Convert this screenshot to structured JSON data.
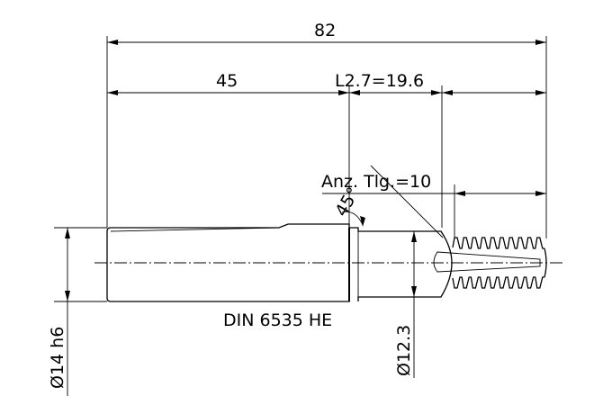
{
  "dimensions": {
    "overall_length": "82",
    "shank_length": "45",
    "thread_length": "L2.7=19.6",
    "thread_count": "Anz. Tlg.=10",
    "angle": "45°",
    "shank_diameter": "Ø14 h6",
    "neck_diameter": "Ø12.3"
  },
  "labels": {
    "standard": "DIN 6535 HE"
  }
}
